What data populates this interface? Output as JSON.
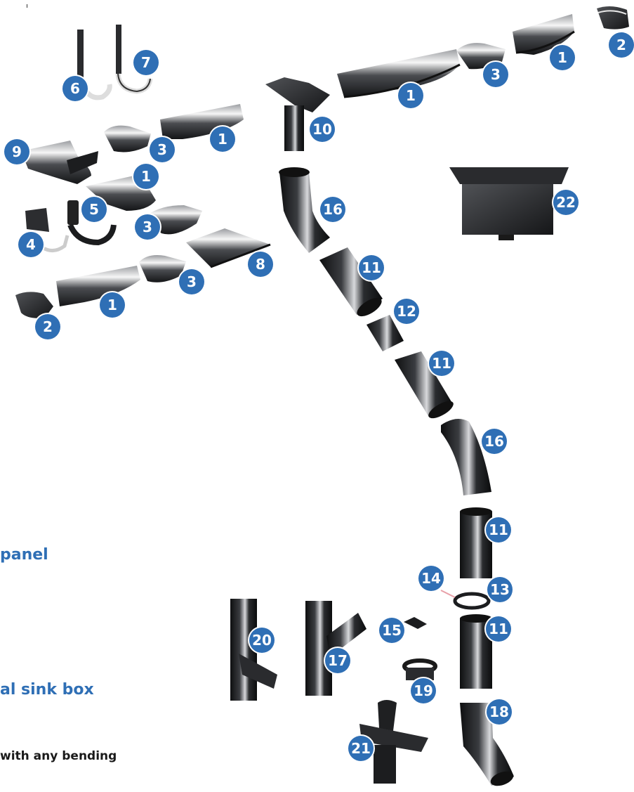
{
  "colors": {
    "badge": "#2f6fb5",
    "metal_dark": "#1e1f21",
    "metal_light": "#dcdde0",
    "text_blue": "#2f6fb5",
    "text_dark": "#1a1a1a"
  },
  "callouts": [
    {
      "id": "c2a",
      "label": "2"
    },
    {
      "id": "c1a",
      "label": "1"
    },
    {
      "id": "c3a",
      "label": "3"
    },
    {
      "id": "c1b",
      "label": "1"
    },
    {
      "id": "c7",
      "label": "7"
    },
    {
      "id": "c6",
      "label": "6"
    },
    {
      "id": "c10",
      "label": "10"
    },
    {
      "id": "c1c",
      "label": "1"
    },
    {
      "id": "c3b",
      "label": "3"
    },
    {
      "id": "c9",
      "label": "9"
    },
    {
      "id": "c1d",
      "label": "1"
    },
    {
      "id": "c5",
      "label": "5"
    },
    {
      "id": "c3c",
      "label": "3"
    },
    {
      "id": "c4",
      "label": "4"
    },
    {
      "id": "c8",
      "label": "8"
    },
    {
      "id": "c3d",
      "label": "3"
    },
    {
      "id": "c1e",
      "label": "1"
    },
    {
      "id": "c2b",
      "label": "2"
    },
    {
      "id": "c16a",
      "label": "16"
    },
    {
      "id": "c22",
      "label": "22"
    },
    {
      "id": "c11a",
      "label": "11"
    },
    {
      "id": "c12",
      "label": "12"
    },
    {
      "id": "c11b",
      "label": "11"
    },
    {
      "id": "c16b",
      "label": "16"
    },
    {
      "id": "c11c",
      "label": "11"
    },
    {
      "id": "c14",
      "label": "14"
    },
    {
      "id": "c13",
      "label": "13"
    },
    {
      "id": "c11d",
      "label": "11"
    },
    {
      "id": "c20",
      "label": "20"
    },
    {
      "id": "c17",
      "label": "17"
    },
    {
      "id": "c15",
      "label": "15"
    },
    {
      "id": "c19",
      "label": "19"
    },
    {
      "id": "c18",
      "label": "18"
    },
    {
      "id": "c21",
      "label": "21"
    }
  ],
  "text_fragments": {
    "panel": "panel",
    "sink_box": "al sink box",
    "bending": "with any bending"
  }
}
